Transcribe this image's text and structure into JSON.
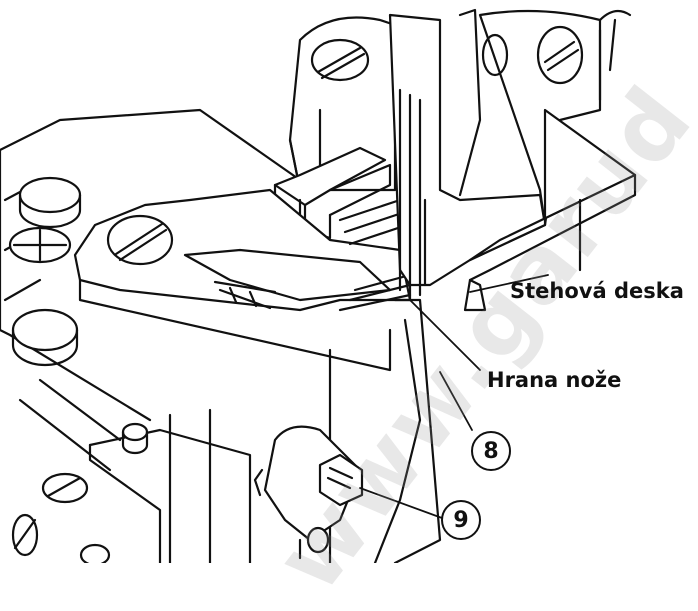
{
  "labels": {
    "stitch_plate": "Stehová deska",
    "knife_edge": "Hrana nože"
  },
  "callouts": {
    "c8": "8",
    "c9": "9"
  },
  "watermark": "www.garud"
}
